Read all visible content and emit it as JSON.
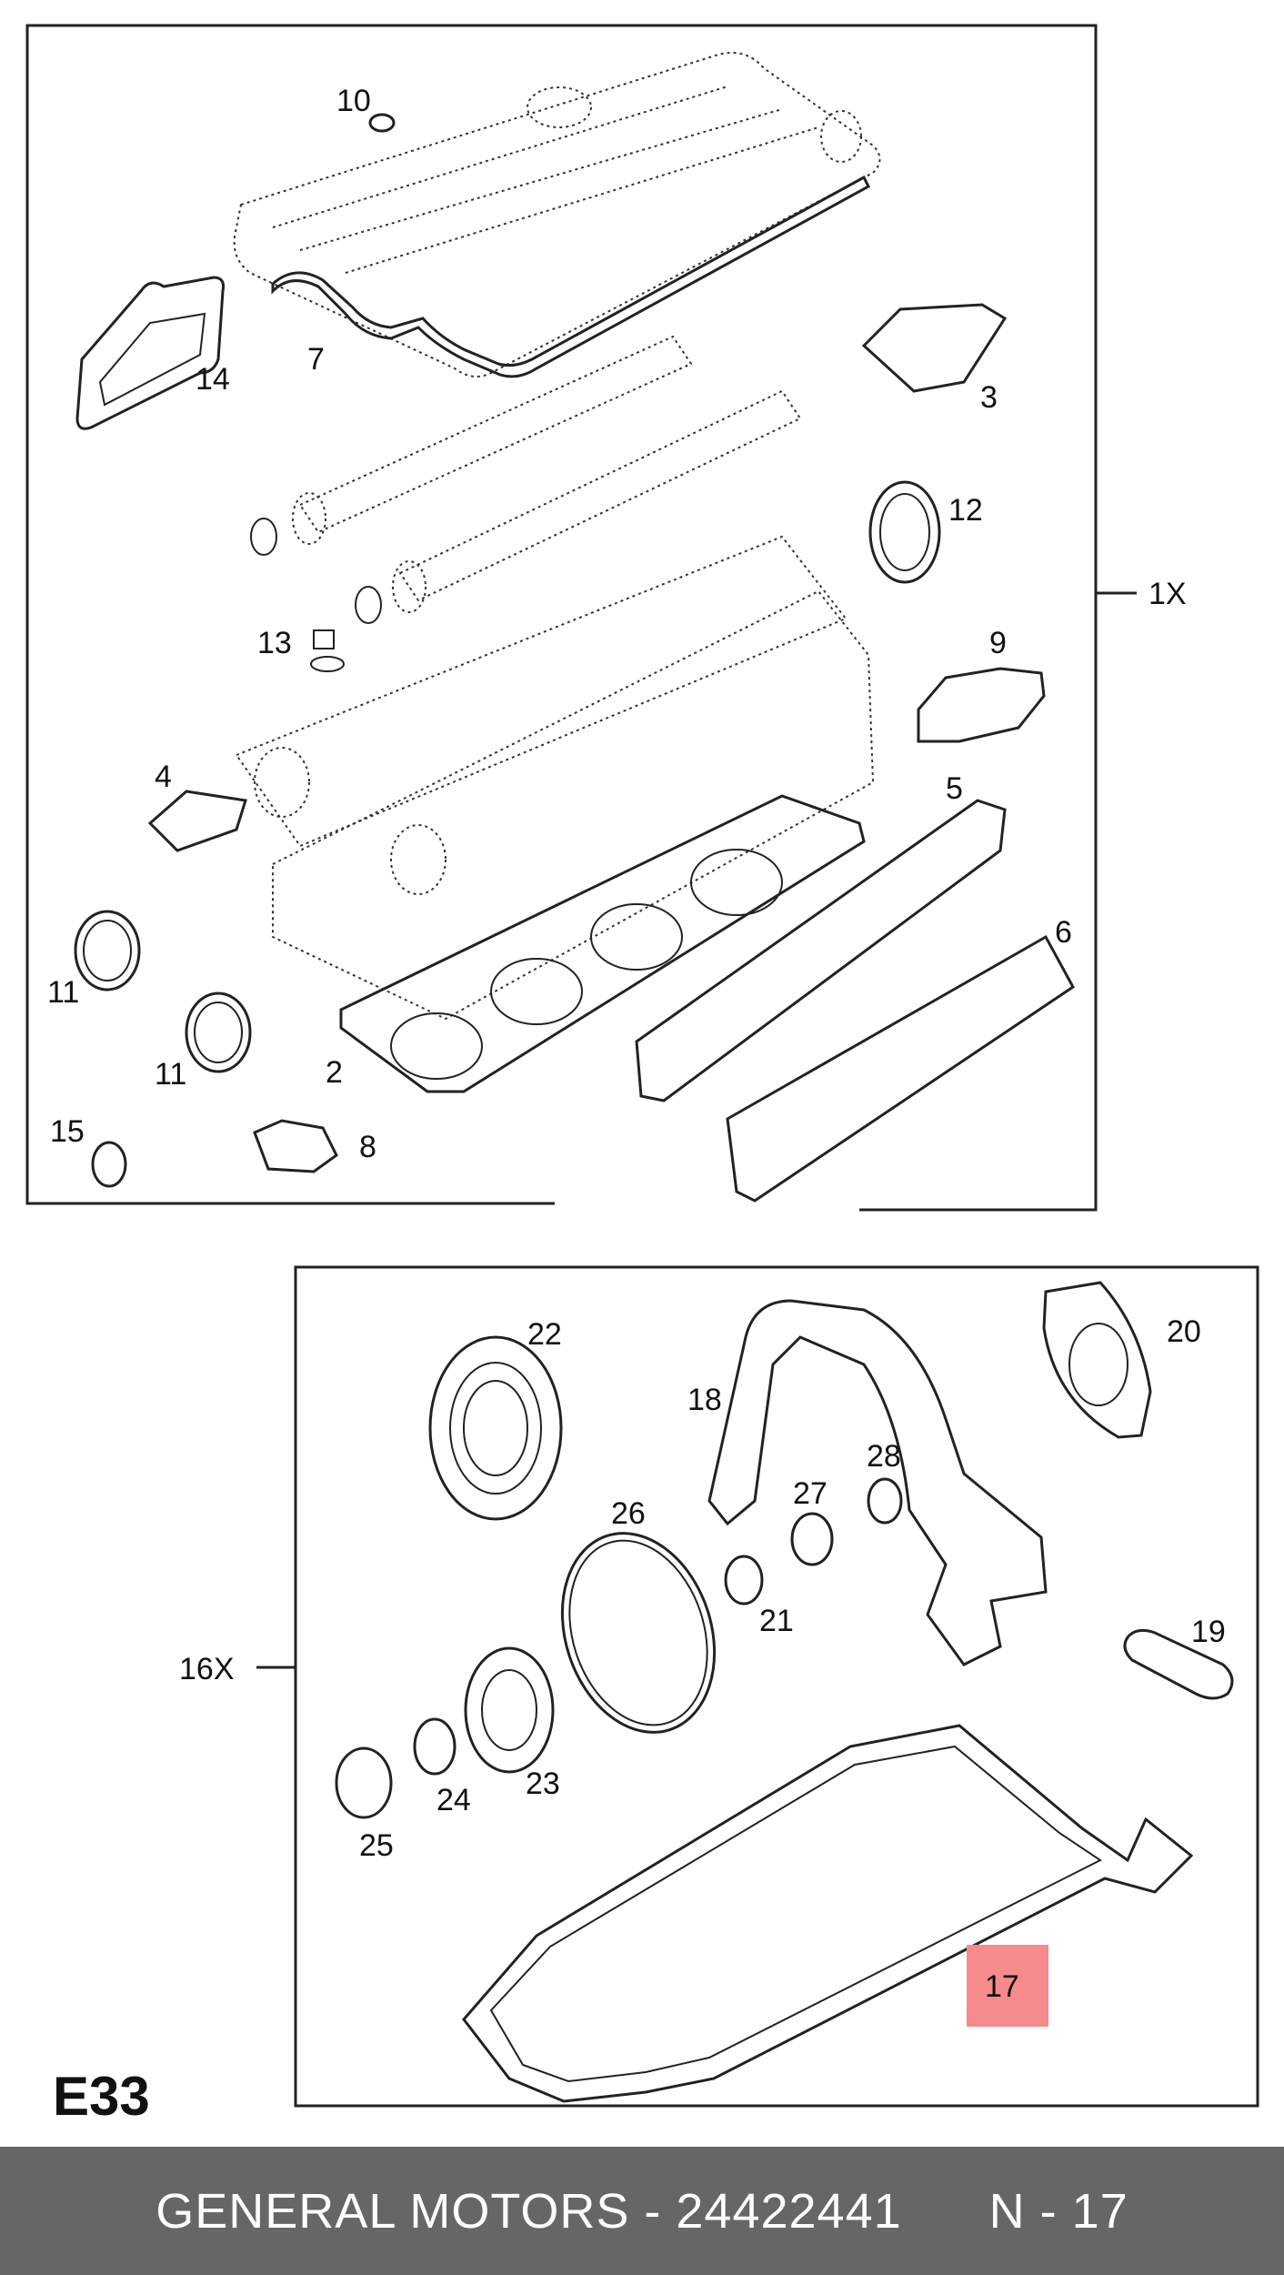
{
  "diagram": {
    "code": "E33",
    "upper_kit_label": "1X",
    "lower_kit_label": "16X",
    "callouts": {
      "p2": "2",
      "p3": "3",
      "p4": "4",
      "p5": "5",
      "p6": "6",
      "p7": "7",
      "p8": "8",
      "p9": "9",
      "p10": "10",
      "p11a": "11",
      "p11b": "11",
      "p12": "12",
      "p13": "13",
      "p14": "14",
      "p15": "15",
      "p17": "17",
      "p18": "18",
      "p19": "19",
      "p20": "20",
      "p21": "21",
      "p22": "22",
      "p23": "23",
      "p24": "24",
      "p25": "25",
      "p26": "26",
      "p27": "27",
      "p28": "28"
    },
    "highlight_color": "#f58b8b"
  },
  "footer": {
    "brand": "GENERAL MOTORS",
    "separator": "-",
    "part_number": "24422441",
    "position_text": "N - 17"
  }
}
